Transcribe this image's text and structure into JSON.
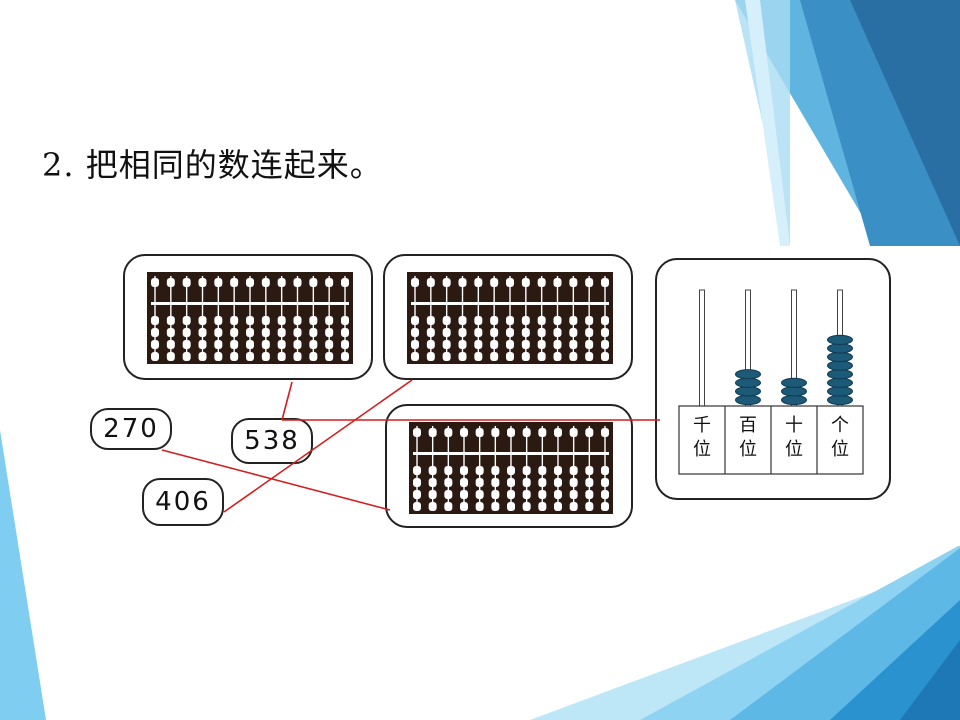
{
  "question": "2. 把相同的数连起来。",
  "numbers": [
    "270",
    "538",
    "406"
  ],
  "place_labels": [
    {
      "top": "千",
      "bottom": "位"
    },
    {
      "top": "百",
      "bottom": "位"
    },
    {
      "top": "十",
      "bottom": "位"
    },
    {
      "top": "个",
      "bottom": "位"
    }
  ],
  "place_value_beads": [
    0,
    4,
    3,
    8
  ],
  "abacus_values": [
    {
      "hundreds": 0,
      "tens": 0,
      "ones": 0
    },
    {
      "hundreds": 0,
      "tens": 0,
      "ones": 0
    },
    {
      "hundreds": 0,
      "tens": 0,
      "ones": 0
    }
  ],
  "colors": {
    "bead": "#1d5a78",
    "line": "#d21f1f",
    "abacus_frame": "#2b1a12",
    "accent": "#2a8fc9"
  }
}
